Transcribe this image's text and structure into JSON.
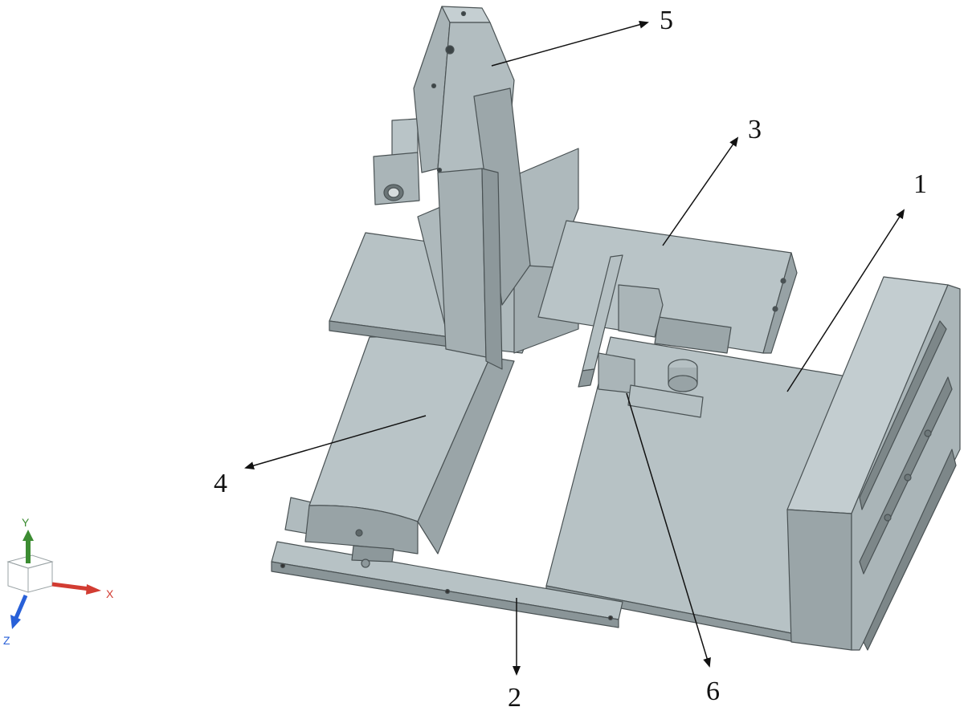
{
  "callouts": [
    {
      "id": "1",
      "label": "1"
    },
    {
      "id": "2",
      "label": "2"
    },
    {
      "id": "3",
      "label": "3"
    },
    {
      "id": "4",
      "label": "4"
    },
    {
      "id": "5",
      "label": "5"
    },
    {
      "id": "6",
      "label": "6"
    }
  ],
  "triad": {
    "x_label": "X",
    "y_label": "Y",
    "z_label": "Z",
    "x_color": "#d23c32",
    "y_color": "#3c8c32",
    "z_color": "#2860d8"
  },
  "colors": {
    "part_light": "#b9c4c7",
    "part_mid": "#a5b0b3",
    "part_dark": "#8a9598",
    "edge": "#4a5254",
    "arrow": "#111111"
  }
}
